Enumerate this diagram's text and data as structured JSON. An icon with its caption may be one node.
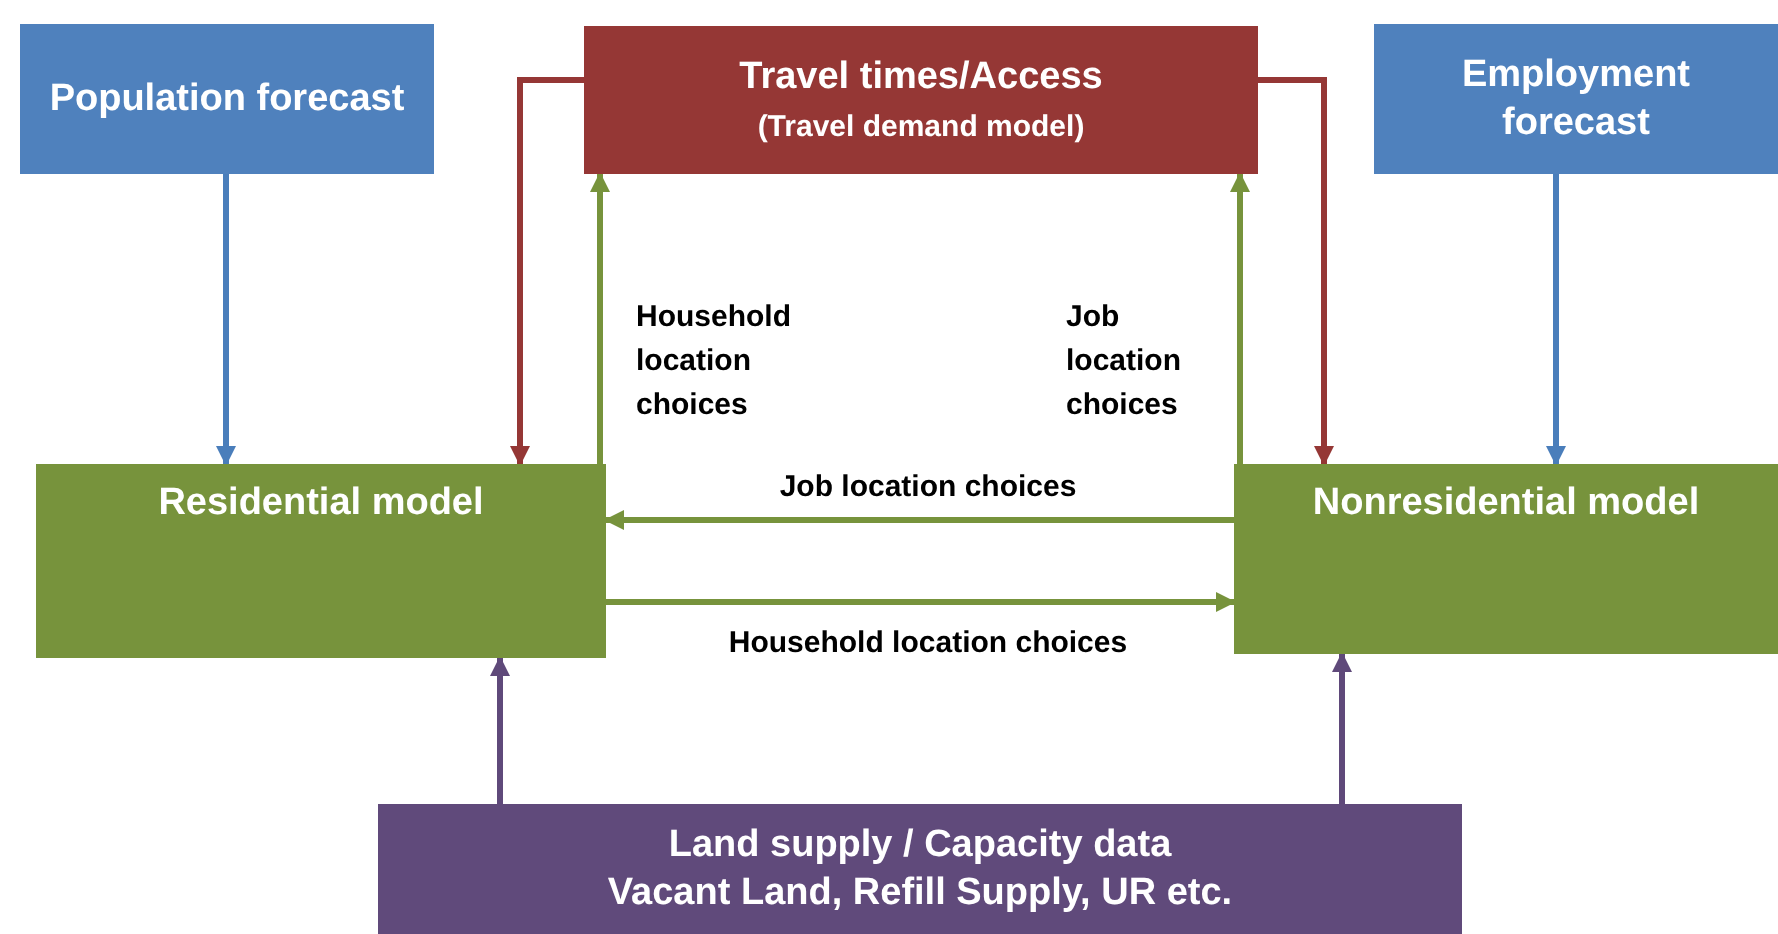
{
  "diagram": {
    "nodes": [
      {
        "text": [
          "Population forecast"
        ]
      },
      {
        "text": [
          "Travel times/Access",
          "(Travel demand model)"
        ]
      },
      {
        "text": [
          "Employment forecast"
        ]
      },
      {
        "text": [
          "Residential model"
        ]
      },
      {
        "text": [
          "Nonresidential model"
        ]
      },
      {
        "text": [
          "Land supply / Capacity data",
          "Vacant Land, Refill Supply, UR etc."
        ]
      }
    ],
    "edges": [
      {
        "from": 0,
        "to": 3,
        "arrow": "to",
        "color": "#4a7ebb"
      },
      {
        "from": 2,
        "to": 4,
        "arrow": "to",
        "color": "#4a7ebb"
      },
      {
        "from": 1,
        "to": 3,
        "arrow": "to",
        "color": "#953735"
      },
      {
        "from": 1,
        "to": 4,
        "arrow": "to",
        "color": "#953735"
      },
      {
        "from": 3,
        "to": 1,
        "arrow": "to",
        "label": "Household location choices"
      },
      {
        "from": 4,
        "to": 1,
        "arrow": "to",
        "label": "Job location choices"
      },
      {
        "from": 4,
        "to": 3,
        "arrow": "to",
        "label": "Job location choices"
      },
      {
        "from": 3,
        "to": 4,
        "arrow": "to",
        "label": "Household location choices"
      },
      {
        "from": 5,
        "to": 3,
        "arrow": "to",
        "color": "#5f497a"
      },
      {
        "from": 5,
        "to": 4,
        "arrow": "to",
        "color": "#5f497a"
      }
    ]
  }
}
